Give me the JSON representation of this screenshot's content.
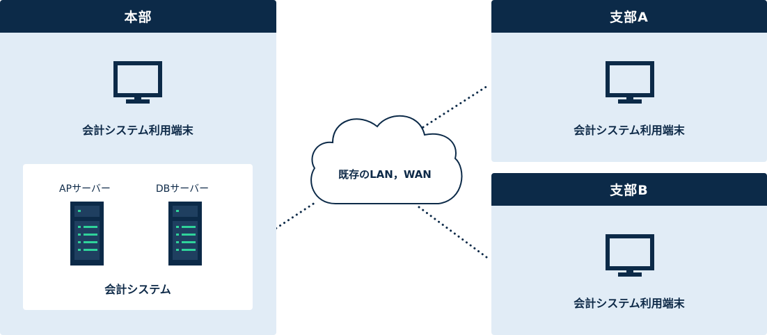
{
  "headquarters": {
    "title": "本部",
    "terminal_label": "会計システム利用端末",
    "system": {
      "label": "会計システム",
      "servers": [
        {
          "label": "APサーバー"
        },
        {
          "label": "DBサーバー"
        }
      ]
    }
  },
  "network": {
    "label": "既存のLAN，WAN"
  },
  "branch_a": {
    "title": "支部A",
    "terminal_label": "会計システム利用端末"
  },
  "branch_b": {
    "title": "支部B",
    "terminal_label": "会計システム利用端末"
  },
  "colors": {
    "header": "#0c2a48",
    "panel_bg": "#e1ecf6",
    "text": "#0e2a48",
    "server_led": "#2fd39a"
  },
  "icons": [
    "monitor-icon",
    "server-icon",
    "cloud-icon"
  ]
}
